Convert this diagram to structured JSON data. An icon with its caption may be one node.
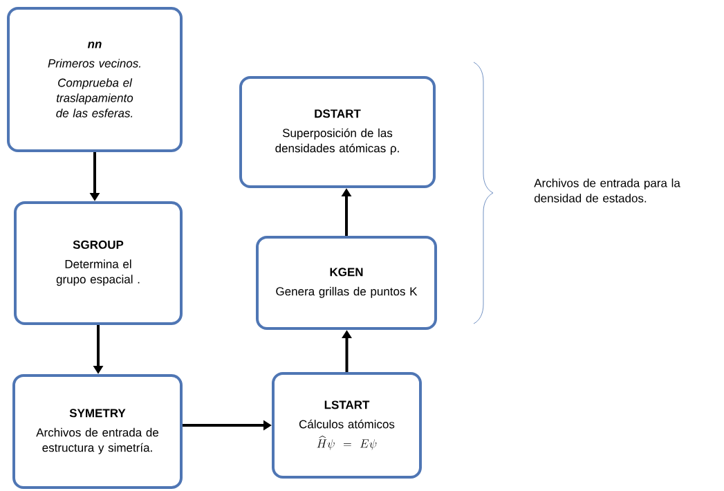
{
  "diagram": {
    "nodes": [
      {
        "text": [
          "nn",
          "Primeros vecinos.",
          "Comprueba el traslapamiento de las esferas."
        ]
      },
      {
        "text": [
          "SGROUP",
          "Determina el grupo espacial ."
        ]
      },
      {
        "text": [
          "SYMETRY",
          "Archivos de entrada de estructura y simetría."
        ]
      },
      {
        "text": [
          "LSTART",
          "Cálculos atómicos",
          "\\widehat{H}\\psi = E\\psi"
        ]
      },
      {
        "text": [
          "KGEN",
          "Genera grillas de puntos K"
        ]
      },
      {
        "text": [
          "DSTART",
          "Superposición de las densidades atómicas ρ."
        ]
      }
    ],
    "edges": [
      {
        "from": 0,
        "to": 1,
        "arrow": "to"
      },
      {
        "from": 1,
        "to": 2,
        "arrow": "to"
      },
      {
        "from": 2,
        "to": 3,
        "arrow": "to"
      },
      {
        "from": 3,
        "to": 4,
        "arrow": "to"
      },
      {
        "from": 4,
        "to": 5,
        "arrow": "to"
      }
    ],
    "labels": [
      "Archivos de entrada para la densidad de estados."
    ]
  }
}
